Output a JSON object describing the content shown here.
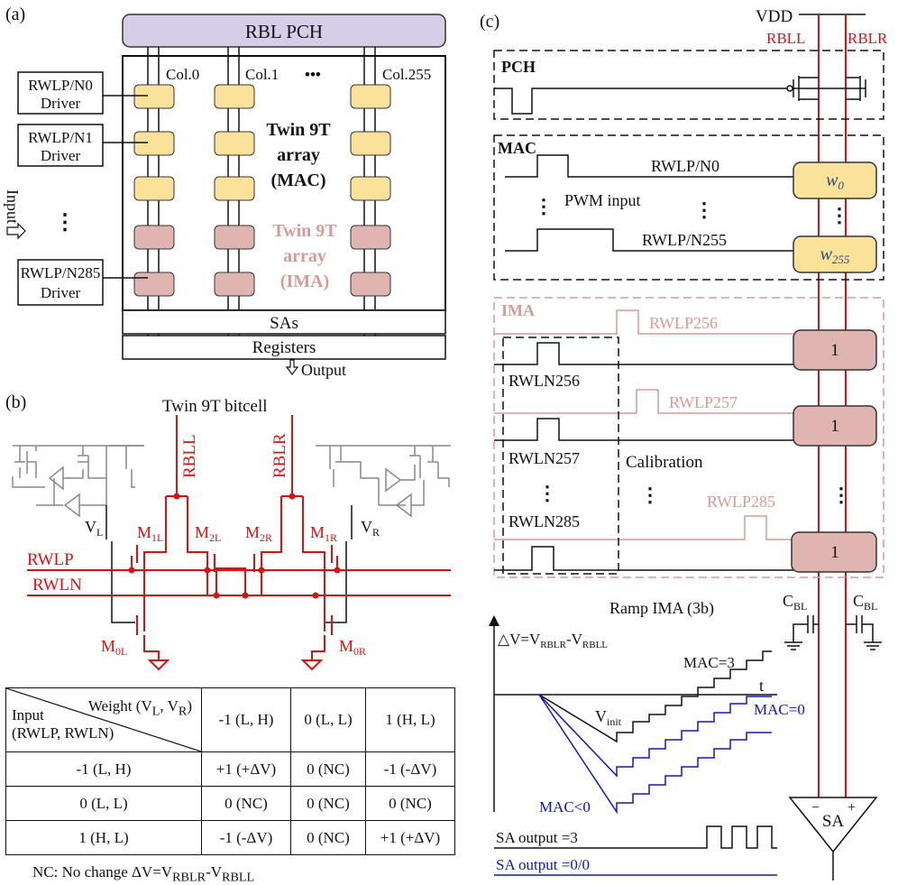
{
  "panels": {
    "a": "(a)",
    "b": "(b)",
    "c": "(c)"
  },
  "panel_a": {
    "header": "RBL PCH",
    "cols": [
      "Col.0",
      "Col.1",
      "•••",
      "Col.255"
    ],
    "drivers": [
      {
        "line1": "RWLP/N0",
        "line2": "Driver"
      },
      {
        "line1": "RWLP/N1",
        "line2": "Driver"
      },
      {
        "line1": "RWLP/N285",
        "line2": "Driver"
      }
    ],
    "dots": "⋮",
    "input_label": "Input",
    "mac_array": [
      "Twin 9T",
      "array",
      "(MAC)"
    ],
    "ima_array": [
      "Twin 9T",
      "array",
      "(IMA)"
    ],
    "sas": "SAs",
    "registers": "Registers",
    "output": "Output"
  },
  "panel_b": {
    "title": "Twin 9T  bitcell",
    "rbll": "RBLL",
    "rblr": "RBLR",
    "vl": "V",
    "vl_sub": "L",
    "vr": "V",
    "vr_sub": "R",
    "rwlp": "RWLP",
    "rwln": "RWLN",
    "transistors": [
      {
        "base": "M",
        "sub": "1L"
      },
      {
        "base": "M",
        "sub": "2L"
      },
      {
        "base": "M",
        "sub": "2R"
      },
      {
        "base": "M",
        "sub": "1R"
      },
      {
        "base": "M",
        "sub": "0L"
      },
      {
        "base": "M",
        "sub": "0R"
      }
    ]
  },
  "truth_table": {
    "weight_header": "Weight (V",
    "weight_header_l": "L",
    "weight_header_mid": ", V",
    "weight_header_r": "R",
    "weight_header_end": ")",
    "input_header_1": "Input",
    "input_header_2": "(RWLP, RWLN)",
    "columns": [
      "-1 (L, H)",
      "0 (L, L)",
      "1 (H, L)"
    ],
    "rows": [
      {
        "input": "-1 (L, H)",
        "cells": [
          "+1 (+ΔV)",
          "0 (NC)",
          "-1 (-ΔV)"
        ]
      },
      {
        "input": "0 (L, L)",
        "cells": [
          "0 (NC)",
          "0 (NC)",
          "0 (NC)"
        ]
      },
      {
        "input": "1 (H, L)",
        "cells": [
          "-1 (-ΔV)",
          "0 (NC)",
          "+1 (+ΔV)"
        ]
      }
    ],
    "note_1": "NC: No change    ΔV=V",
    "note_sub1": "RBLR",
    "note_2": "-V",
    "note_sub2": "RBLL"
  },
  "panel_c": {
    "vdd": "VDD",
    "rbll": "RBLL",
    "rblr": "RBLR",
    "pch": "PCH",
    "mac": "MAC",
    "rwlp_n0": "RWLP/N0",
    "pwm_input": "PWM  input",
    "rwlp_n255": "RWLP/N255",
    "w0": "w",
    "w0_sub": "0",
    "w255": "w",
    "w255_sub": "255",
    "ima": "IMA",
    "rwlp256": "RWLP256",
    "rwln256": "RWLN256",
    "rwlp257": "RWLP257",
    "rwln257": "RWLN257",
    "calibration": "Calibration",
    "rwlp285": "RWLP285",
    "rwln285": "RWLN285",
    "ima_cells": [
      "1",
      "1",
      "1"
    ],
    "cbl": "C",
    "cbl_sub": "BL",
    "ramp_title": "Ramp IMA (3b)",
    "dv_label": "△V=V",
    "dv_sub1": "RBLR",
    "dv_mid": "-V",
    "dv_sub2": "RBLL",
    "t_label": "t",
    "mac3": "MAC=3",
    "mac0": "MAC=0",
    "macneg": "MAC<0",
    "vinit": "V",
    "vinit_sub": "init",
    "sa_out3": "SA output =3",
    "sa_out0": "SA output =0/0",
    "sa": "SA",
    "sa_minus": "−",
    "sa_plus": "+"
  },
  "colors": {
    "red": "#e01010",
    "pink": "#d99a97",
    "blue": "#1010e0",
    "yellow": "#fbe29a",
    "rose": "#dfb4b1",
    "purple": "#d6cde9"
  }
}
